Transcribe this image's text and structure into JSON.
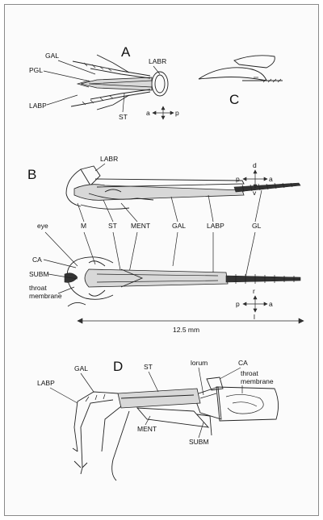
{
  "panels": {
    "a": {
      "letter": "A",
      "labels": {
        "gal": "GAL",
        "pgl": "PGL",
        "labr": "LABR",
        "labp": "LABP",
        "st": "ST"
      },
      "axis": {
        "left": "a",
        "right": "p"
      }
    },
    "b": {
      "letter": "B",
      "labels": {
        "labr": "LABR",
        "eye": "eye",
        "m": "M",
        "st": "ST",
        "ment": "MENT",
        "gal": "GAL",
        "labp": "LABP",
        "gl": "GL",
        "ca": "CA",
        "subm": "SUBM",
        "throat1": "throat",
        "throat2": "membrane"
      },
      "axis_top": {
        "up": "d",
        "left": "p",
        "right": "a",
        "down": "v"
      },
      "axis_bottom": {
        "up": "r",
        "left": "p",
        "right": "a",
        "down": "l"
      },
      "scale": "12.5 mm"
    },
    "c": {
      "letter": "C"
    },
    "d": {
      "letter": "D",
      "labels": {
        "gal": "GAL",
        "st": "ST",
        "lorum": "lorum",
        "ca": "CA",
        "throat1": "throat",
        "throat2": "membrane",
        "labp": "LABP",
        "ment": "MENT",
        "subm": "SUBM"
      }
    }
  }
}
